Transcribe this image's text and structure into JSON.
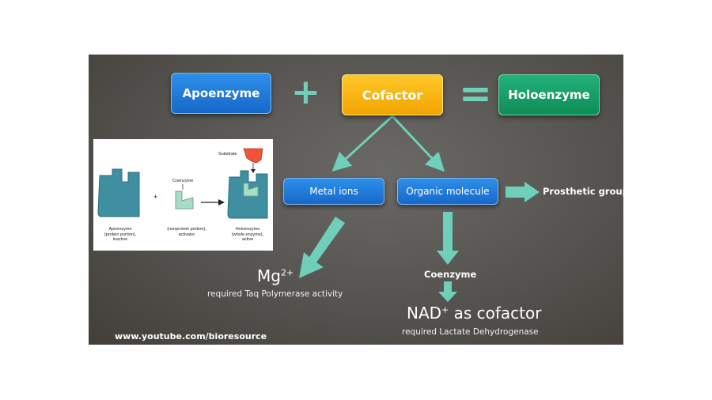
{
  "equation": {
    "apoenzyme": "Apoenzyme",
    "plus": "+",
    "cofactor": "Cofactor",
    "equals": "=",
    "holoenzyme": "Holoenzyme"
  },
  "branches": {
    "metal_ions": "Metal ions",
    "organic_molecule": "Organic molecule",
    "prosthetic_group": "Prosthetic group",
    "coenzyme": "Coenzyme"
  },
  "examples": {
    "mg_base": "Mg",
    "mg_sup": "2+",
    "mg_desc": "required Taq Polymerase activity",
    "nad_base": "NAD",
    "nad_sup": "+",
    "nad_rest": " as cofactor",
    "nad_desc": "required Lactate Dehydrogenase"
  },
  "inset": {
    "substrate": "Substrate",
    "coenzyme": "Coenzyme",
    "apo_line1": "Apoenzyme",
    "apo_line2": "(protein portion),",
    "apo_line3": "inactive",
    "non_line1": "(nonprotein portion),",
    "non_line2": "activator",
    "holo_line1": "Holoenzyme",
    "holo_line2": "(whole enzyme),",
    "holo_line3": "active",
    "plus": "+"
  },
  "watermark": "www.youtube.com/bioresource",
  "colors": {
    "blue": "#1f78d8",
    "yellow": "#f7b500",
    "green": "#14a068",
    "teal": "#6fcfb8",
    "enzyme": "#3f8fa0",
    "substrate": "#f0553a"
  }
}
